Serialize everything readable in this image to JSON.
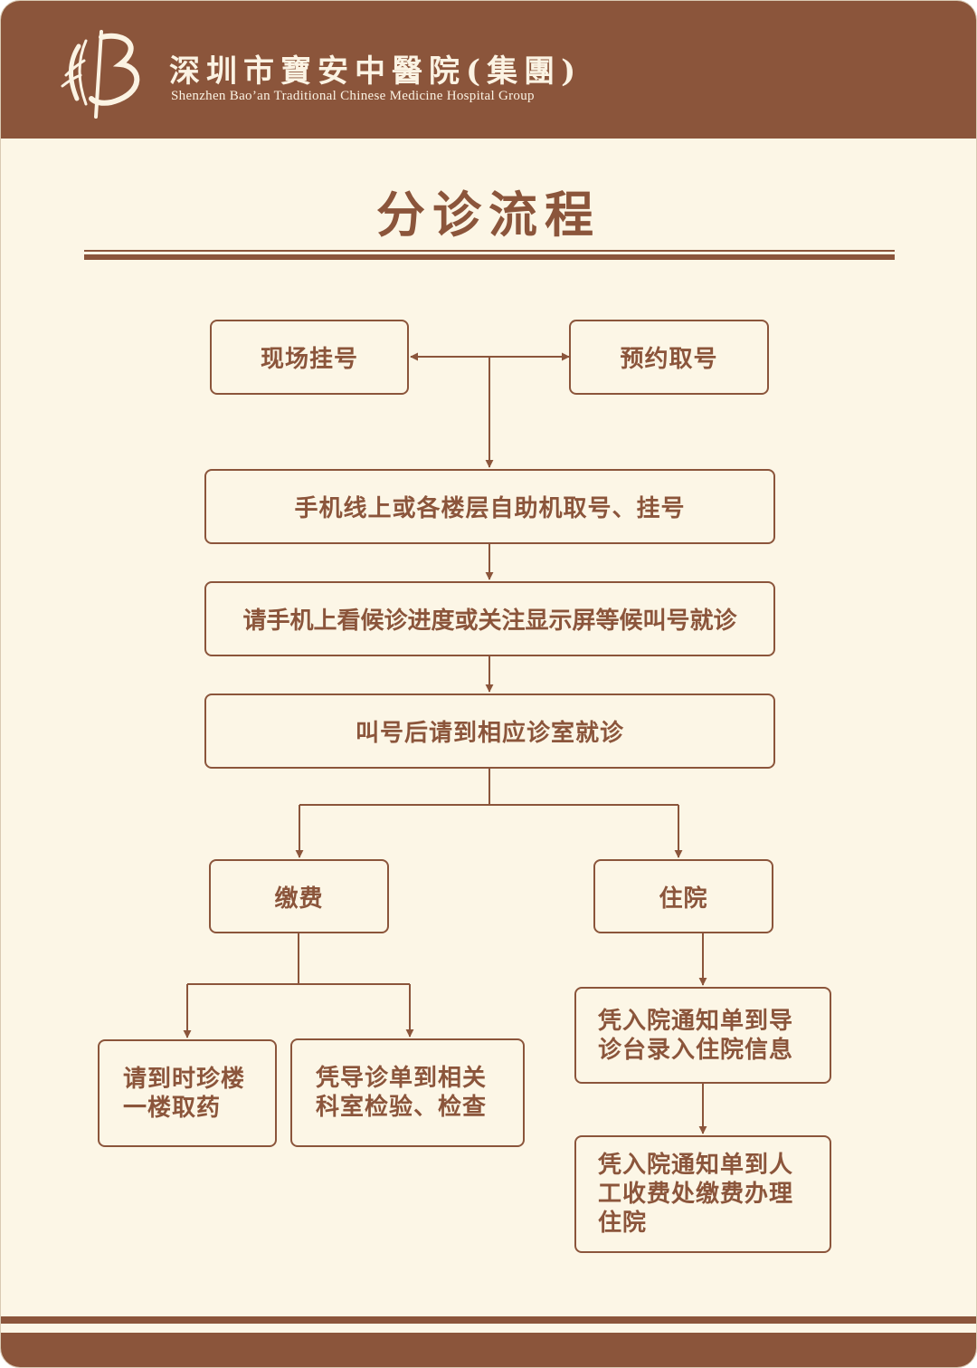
{
  "header": {
    "name_cn": "深圳市寶安中醫院(集團)",
    "name_en": "Shenzhen Bao’an Traditional Chinese Medicine Hospital Group",
    "logo_icon": "hospital-logo-icon"
  },
  "title": "分诊流程",
  "colors": {
    "brand": "#8b553b",
    "background": "#fcf6e6",
    "header_text": "#fbf3e3"
  },
  "flow": {
    "onsite_registration": "现场挂号",
    "appointment_pickup": "预约取号",
    "self_service": "手机线上或各楼层自助机取号、挂号",
    "wait_for_call": "请手机上看候诊进度或关注显示屏等候叫号就诊",
    "go_to_room": "叫号后请到相应诊室就诊",
    "payment": "缴费",
    "hospitalization": "住院",
    "get_medicine": "请到时珍楼一楼取药",
    "lab_tests": "凭导诊单到相关科室检验、检查",
    "admission_register": "凭入院通知单到导诊台录入住院信息",
    "admission_payment": "凭入院通知单到人工收费处缴费办理住院"
  }
}
